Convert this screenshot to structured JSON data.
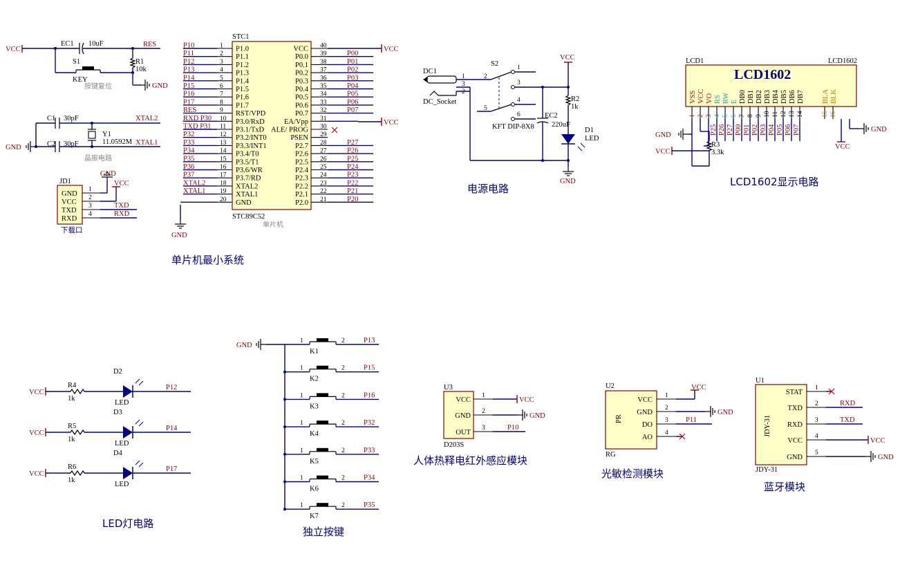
{
  "captions": {
    "mcu": "单片机最小系统",
    "power": "电源电路",
    "lcd": "LCD1602显示电路",
    "led": "LED灯电路",
    "keys": "独立按键",
    "pir": "人体热释电红外感应模块",
    "light": "光敏检测模块",
    "bt": "蓝牙模块"
  },
  "power_labels": {
    "vcc": "VCC",
    "gnd": "GND"
  },
  "reset": {
    "cap_ref": "EC1",
    "cap_val": "10uF",
    "net": "RES",
    "res_ref": "R1",
    "res_val": "10k",
    "sw_ref": "S1",
    "sw_val": "KEY",
    "note": "按键复位"
  },
  "crystal": {
    "c1_ref": "C1",
    "c1_val": "30pF",
    "c2_ref": "C2",
    "c2_val": "30pF",
    "y_ref": "Y1",
    "y_val": "11.0592M",
    "net1": "XTAL2",
    "net2": "XTAL1",
    "note": "晶振电路"
  },
  "download": {
    "ref": "JD1",
    "pins": [
      "GND",
      "VCC",
      "TXD",
      "RXD"
    ],
    "nums": [
      "1",
      "2",
      "3",
      "4"
    ],
    "nets": [
      "TXD",
      "RXD"
    ],
    "note": "下载口"
  },
  "mcu": {
    "ref": "STC1",
    "part": "STC89C52",
    "note": "单片机",
    "left": [
      {
        "net": "P10",
        "name": "P1.0",
        "num": "1"
      },
      {
        "net": "P11",
        "name": "P1.1",
        "num": "2"
      },
      {
        "net": "P12",
        "name": "P1.2",
        "num": "3"
      },
      {
        "net": "P13",
        "name": "P1.3",
        "num": "4"
      },
      {
        "net": "P14",
        "name": "P1.4",
        "num": "5"
      },
      {
        "net": "P15",
        "name": "P1.5",
        "num": "6"
      },
      {
        "net": "P16",
        "name": "P1.6",
        "num": "7"
      },
      {
        "net": "P17",
        "name": "P1.7",
        "num": "8"
      },
      {
        "net": "RES",
        "name": "RST/VPD",
        "num": "9"
      },
      {
        "net": "RXD P30",
        "name": "P3.0/RxD",
        "num": "10"
      },
      {
        "net": "TXD P31",
        "name": "P3.1/TxD",
        "num": "11"
      },
      {
        "net": "P32",
        "name": "P3.2/INT0",
        "num": "12"
      },
      {
        "net": "P33",
        "name": "P3.3/INT1",
        "num": "13"
      },
      {
        "net": "P34",
        "name": "P3.4/T0",
        "num": "14"
      },
      {
        "net": "P35",
        "name": "P3.5/T1",
        "num": "15"
      },
      {
        "net": "P36",
        "name": "P3.6/WR",
        "num": "16"
      },
      {
        "net": "P37",
        "name": "P3.7/RD",
        "num": "17"
      },
      {
        "net": "XTAL2",
        "name": "XTAL2",
        "num": "18"
      },
      {
        "net": "XTAL1",
        "name": "XTAL1",
        "num": "19"
      },
      {
        "net": "",
        "name": "GND",
        "num": "20"
      }
    ],
    "right": [
      {
        "net": "VCC",
        "name": "VCC",
        "num": "40"
      },
      {
        "net": "P00",
        "name": "P0.0",
        "num": "39"
      },
      {
        "net": "P01",
        "name": "P0.1",
        "num": "38"
      },
      {
        "net": "P02",
        "name": "P0.2",
        "num": "37"
      },
      {
        "net": "P03",
        "name": "P0.3",
        "num": "36"
      },
      {
        "net": "P04",
        "name": "P0.4",
        "num": "35"
      },
      {
        "net": "P05",
        "name": "P0.5",
        "num": "34"
      },
      {
        "net": "P06",
        "name": "P0.6",
        "num": "33"
      },
      {
        "net": "P07",
        "name": "P0.7",
        "num": "32"
      },
      {
        "net": "VCC",
        "name": "EA/Vpp",
        "num": "31"
      },
      {
        "net": "",
        "name": "ALE/ PROG",
        "num": "30"
      },
      {
        "net": "",
        "name": "PSEN",
        "num": "29"
      },
      {
        "net": "P27",
        "name": "P2.7",
        "num": "28"
      },
      {
        "net": "P26",
        "name": "P2.6",
        "num": "27"
      },
      {
        "net": "P25",
        "name": "P2.5",
        "num": "26"
      },
      {
        "net": "P24",
        "name": "P2.4",
        "num": "25"
      },
      {
        "net": "P23",
        "name": "P2.3",
        "num": "24"
      },
      {
        "net": "P22",
        "name": "P2.2",
        "num": "23"
      },
      {
        "net": "P21",
        "name": "P2.1",
        "num": "22"
      },
      {
        "net": "P20",
        "name": "P2.0",
        "num": "21"
      }
    ]
  },
  "power": {
    "dc_ref": "DC1",
    "dc_val": "DC_Socket",
    "dc_pins": [
      "1",
      "3",
      "2"
    ],
    "sw_ref": "S2",
    "sw_val": "KFT DIP-8X8",
    "sw_pins": [
      "2",
      "1",
      "3",
      "4",
      "5",
      "6"
    ],
    "r_ref": "R2",
    "r_val": "1k",
    "c_ref": "EC2",
    "c_val": "220uF",
    "led_ref": "D1",
    "led_val": "LED"
  },
  "lcd": {
    "ref": "LCD1",
    "part": "LCD1602",
    "title": "LCD1602",
    "pins": [
      {
        "name": "VSS",
        "num": "1",
        "color": "#c00000",
        "net": ""
      },
      {
        "name": "VCC",
        "num": "2",
        "color": "#c00000",
        "net": ""
      },
      {
        "name": "VO",
        "num": "3",
        "color": "#c00000",
        "net": ""
      },
      {
        "name": "RS",
        "num": "4",
        "color": "#1f9fbf",
        "net": "P25"
      },
      {
        "name": "RW",
        "num": "5",
        "color": "#1f9fbf",
        "net": "P26"
      },
      {
        "name": "E",
        "num": "6",
        "color": "#1f9fbf",
        "net": "P27"
      },
      {
        "name": "DB0",
        "num": "7",
        "color": "#000000",
        "net": "P00"
      },
      {
        "name": "DB1",
        "num": "8",
        "color": "#000000",
        "net": "P01"
      },
      {
        "name": "DB2",
        "num": "9",
        "color": "#000000",
        "net": "P02"
      },
      {
        "name": "DB3",
        "num": "10",
        "color": "#000000",
        "net": "P03"
      },
      {
        "name": "DB4",
        "num": "11",
        "color": "#000000",
        "net": "P04"
      },
      {
        "name": "DB5",
        "num": "12",
        "color": "#000000",
        "net": "P05"
      },
      {
        "name": "DB6",
        "num": "13",
        "color": "#000000",
        "net": "P06"
      },
      {
        "name": "DB7",
        "num": "14",
        "color": "#000000",
        "net": "P07"
      },
      {
        "name": "BLA",
        "num": "15",
        "color": "#d07000",
        "net": ""
      },
      {
        "name": "BLK",
        "num": "16",
        "color": "#d07000",
        "net": ""
      }
    ],
    "r_ref": "R3",
    "r_val": "3.3k"
  },
  "leds": [
    {
      "r_ref": "R4",
      "r_val": "1k",
      "d_ref": "D2",
      "d_val": "LED",
      "net": "P12"
    },
    {
      "r_ref": "R5",
      "r_val": "1k",
      "d_ref": "D3",
      "d_val": "LED",
      "net": "P14"
    },
    {
      "r_ref": "R6",
      "r_val": "1k",
      "d_ref": "D4",
      "d_val": "LED",
      "net": "P17"
    }
  ],
  "keys": [
    {
      "ref": "K1",
      "net": "P13"
    },
    {
      "ref": "K2",
      "net": "P15"
    },
    {
      "ref": "K3",
      "net": "P16"
    },
    {
      "ref": "K4",
      "net": "P32"
    },
    {
      "ref": "K5",
      "net": "P33"
    },
    {
      "ref": "K6",
      "net": "P34"
    },
    {
      "ref": "K7",
      "net": "P35"
    }
  ],
  "key_pins": [
    "1",
    "2"
  ],
  "pir": {
    "ref": "U3",
    "part": "D203S",
    "pins": [
      {
        "name": "VCC",
        "num": "1",
        "net": "VCC"
      },
      {
        "name": "GND",
        "num": "2",
        "net": "GND"
      },
      {
        "name": "OUT",
        "num": "3",
        "net": "P10"
      }
    ]
  },
  "light": {
    "ref": "U2",
    "part": "RG",
    "inner": "PR",
    "pins": [
      {
        "name": "VCC",
        "num": "1",
        "net": "VCC"
      },
      {
        "name": "GND",
        "num": "2",
        "net": "GND"
      },
      {
        "name": "DO",
        "num": "3",
        "net": "P11"
      },
      {
        "name": "AO",
        "num": "4",
        "net": ""
      }
    ]
  },
  "bt": {
    "ref": "U1",
    "part": "JDY-31",
    "inner": "JDY-31",
    "pins": [
      {
        "name": "STAT",
        "num": "1",
        "net": ""
      },
      {
        "name": "TXD",
        "num": "2",
        "net": "RXD"
      },
      {
        "name": "RXD",
        "num": "3",
        "net": "TXD"
      },
      {
        "name": "VCC",
        "num": "4",
        "net": "VCC"
      },
      {
        "name": "GND",
        "num": "5",
        "net": "GND"
      }
    ]
  }
}
